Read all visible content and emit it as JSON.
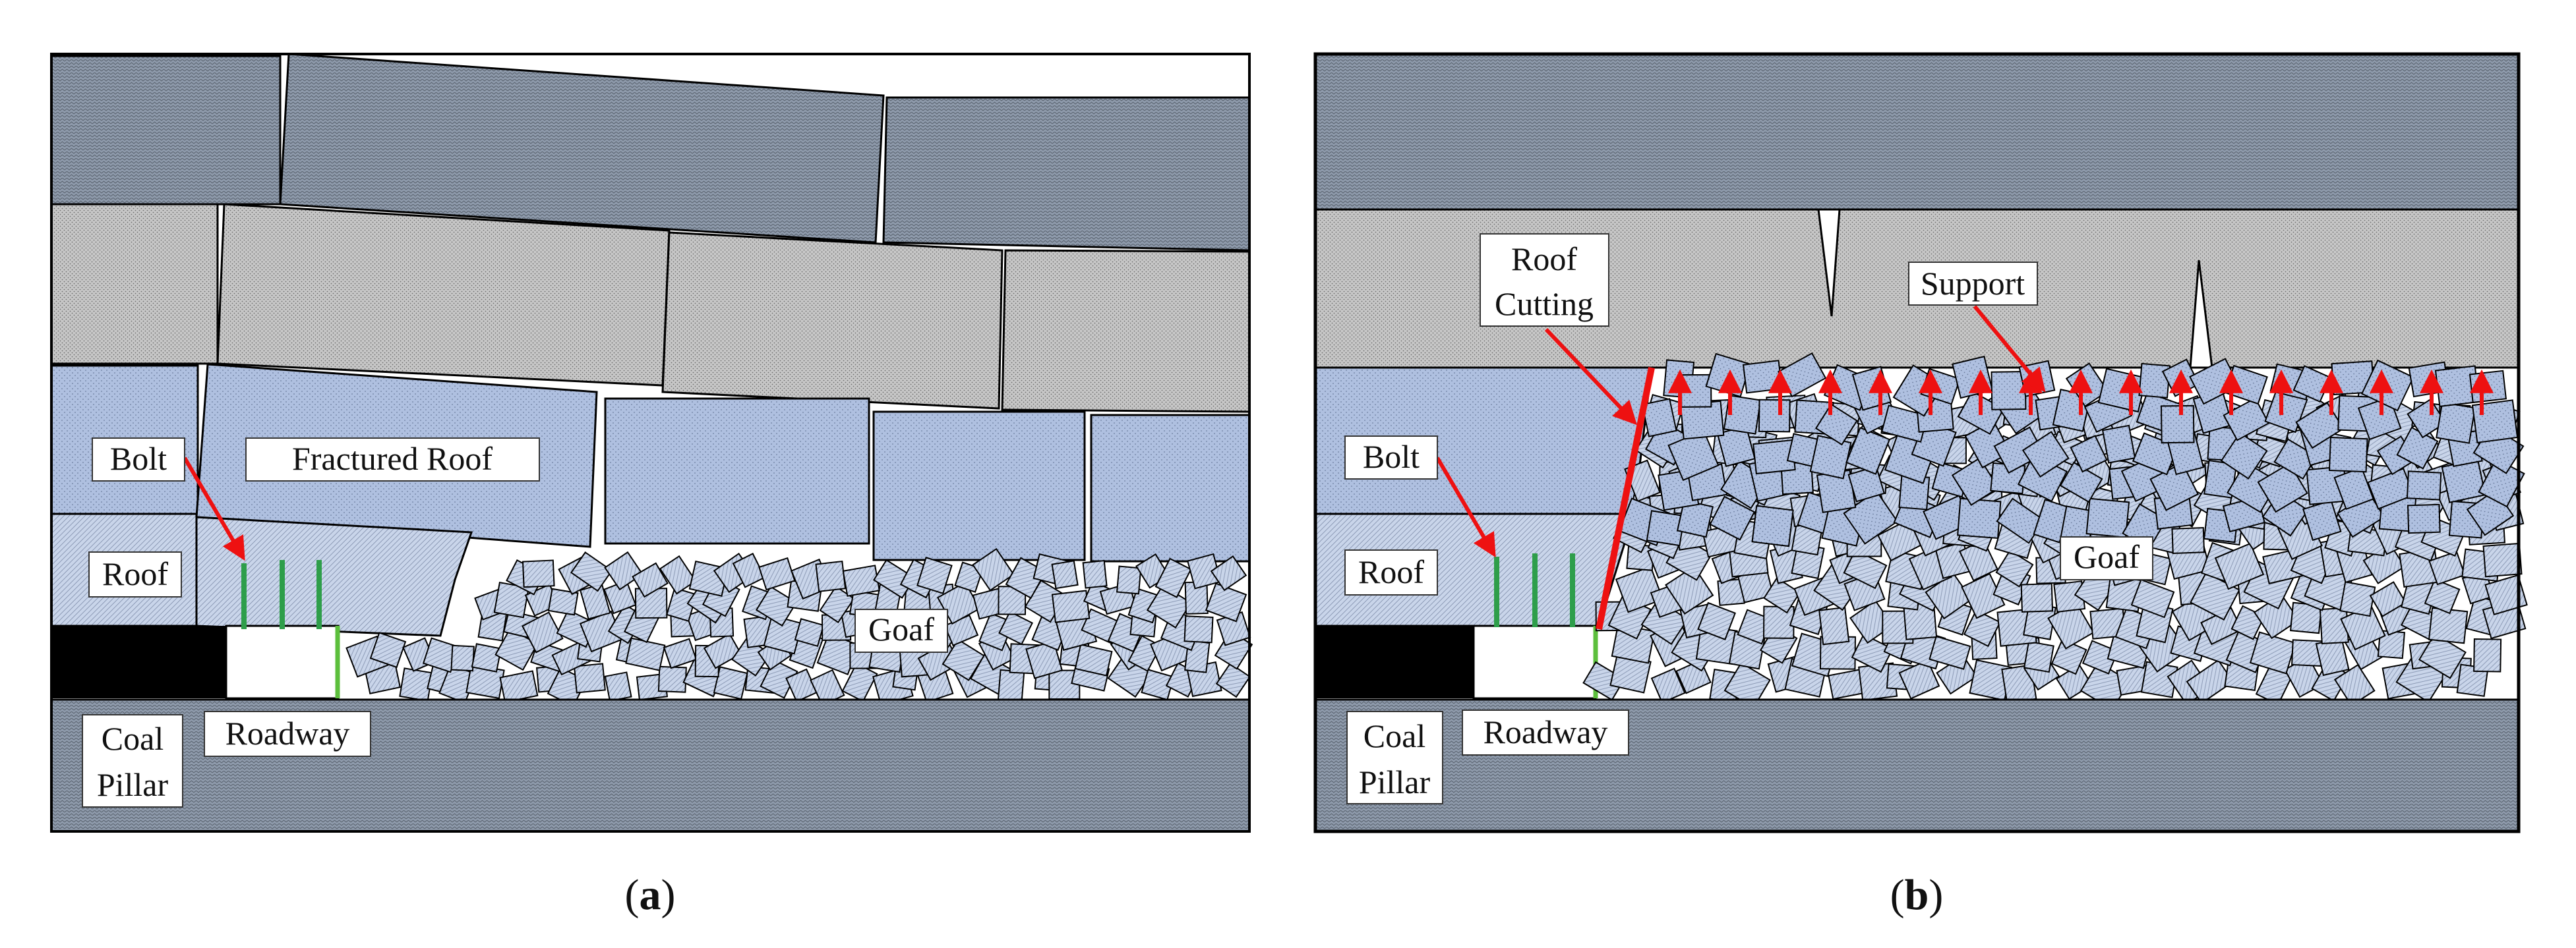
{
  "panels": [
    {
      "caption_letter": "a",
      "labels": {
        "bolt": "Bolt",
        "fractured_roof": "Fractured Roof",
        "roof": "Roof",
        "goaf": "Goaf",
        "coal": "Coal",
        "pillar": "Pillar",
        "roadway": "Roadway"
      }
    },
    {
      "caption_letter": "b",
      "labels": {
        "roof_cutting_1": "Roof",
        "roof_cutting_2": "Cutting",
        "support": "Support",
        "bolt": "Bolt",
        "roof": "Roof",
        "goaf": "Goaf",
        "coal": "Coal",
        "pillar": "Pillar",
        "roadway": "Roadway"
      }
    }
  ],
  "colors": {
    "dark_strata": "#8c98a8",
    "gray_strata": "#c6c6c6",
    "blue_strata": "#aebfdf",
    "light_blue_strata": "#c7d4ea",
    "coal": "#000000",
    "bolt": "#2e9e4a",
    "arrow": "#ee1111",
    "outline": "#000000"
  }
}
